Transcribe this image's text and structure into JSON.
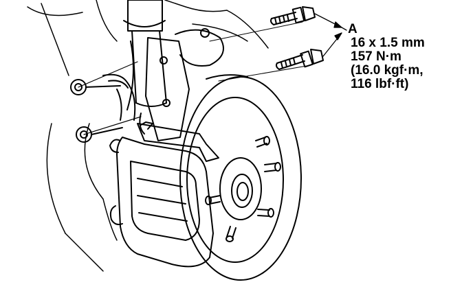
{
  "callout": {
    "letter": "A",
    "lines": [
      "16 x 1.5 mm",
      "157 N·m",
      "(16.0 kgf·m,",
      "116 lbf·ft)"
    ]
  },
  "colors": {
    "ink": "#000000",
    "paper": "#ffffff"
  }
}
